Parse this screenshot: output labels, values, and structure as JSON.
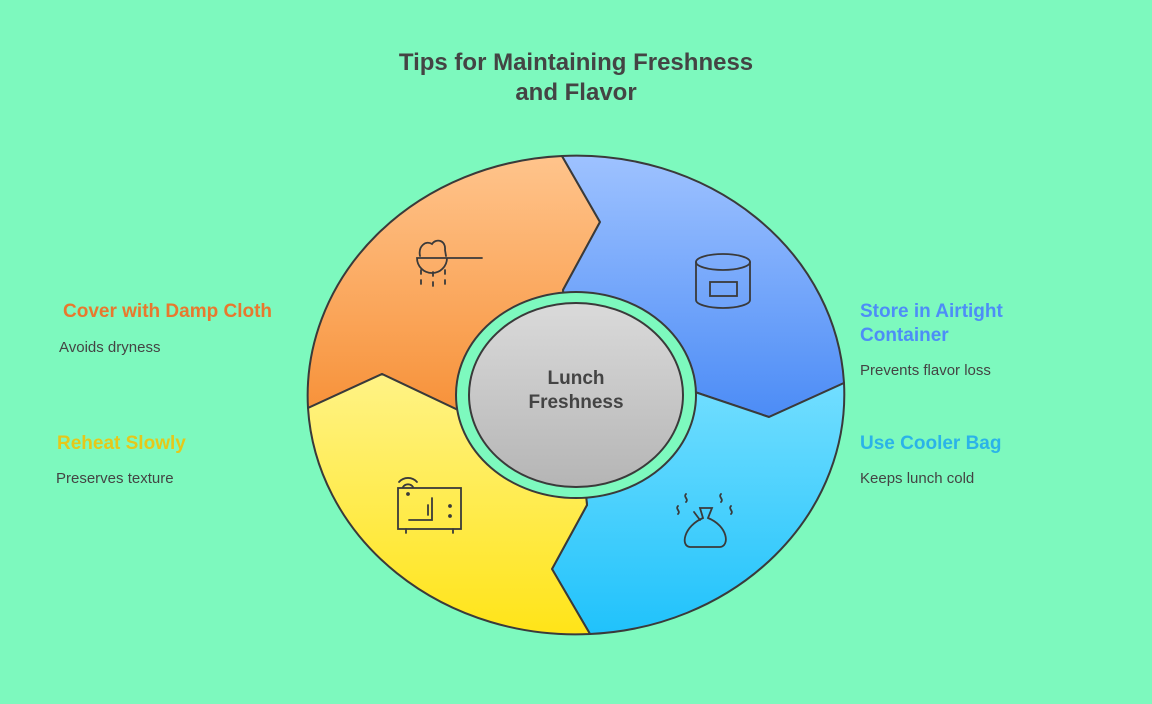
{
  "title": {
    "line1": "Tips for Maintaining Freshness",
    "line2": "and Flavor"
  },
  "center": {
    "line1": "Lunch",
    "line2": "Freshness"
  },
  "tips": [
    {
      "title": "Cover with Damp Cloth",
      "description": "Avoids dryness",
      "color": "#E8782E",
      "icon": "cloth-sieve-icon"
    },
    {
      "title_line1": "Store in Airtight",
      "title_line2": "Container",
      "description": "Prevents flavor loss",
      "color": "#4D8DF7",
      "icon": "container-icon"
    },
    {
      "title": "Use Cooler Bag",
      "description": "Keeps lunch cold",
      "color": "#2BB3E8",
      "icon": "bag-icon"
    },
    {
      "title": "Reheat Slowly",
      "description": "Preserves texture",
      "color": "#E5C81A",
      "icon": "microwave-icon"
    }
  ]
}
